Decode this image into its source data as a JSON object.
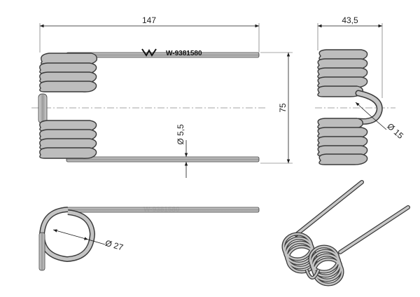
{
  "dimensions": {
    "length": "147",
    "width": "43,5",
    "height": "75",
    "wire_diameter": "Ø 5,5",
    "loop_diameter": "Ø 15",
    "coil_diameter": "Ø 27"
  },
  "marking": {
    "text": "W-9381580",
    "logo_icon": "brand-logo-icon"
  },
  "colors": {
    "wire_fill": "#bdbdbd",
    "wire_edge": "#3a3a3a",
    "dimension_line": "#1a1a1a",
    "centerline": "#888888",
    "background": "#ffffff"
  }
}
